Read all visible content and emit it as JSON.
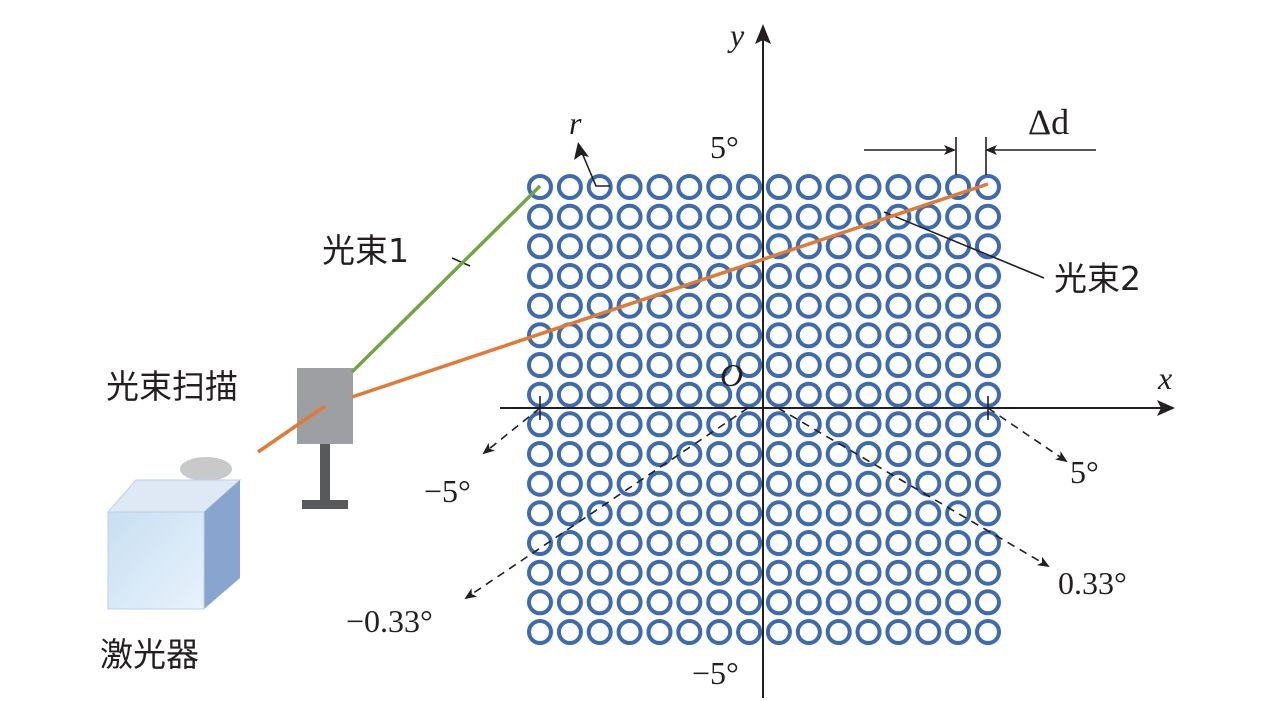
{
  "labels": {
    "laser": "激光器",
    "scanner": "光束扫描",
    "beam1": "光束1",
    "beam2": "光束2",
    "y_axis": "y",
    "x_axis": "x",
    "origin": "O",
    "r": "r",
    "delta_d": "Δd",
    "y_top": "5°",
    "y_bottom": "−5°",
    "x_left": "−5°",
    "x_right": "5°",
    "diag_left": "−0.33°",
    "diag_right": "0.33°"
  },
  "grid": {
    "rows": 16,
    "cols": 16
  },
  "colors": {
    "cell": "#3c6bb1",
    "beam1": "#6fa843",
    "beam2": "#e07b35",
    "scanner": "#9d9fa2",
    "ink": "#231f20"
  }
}
